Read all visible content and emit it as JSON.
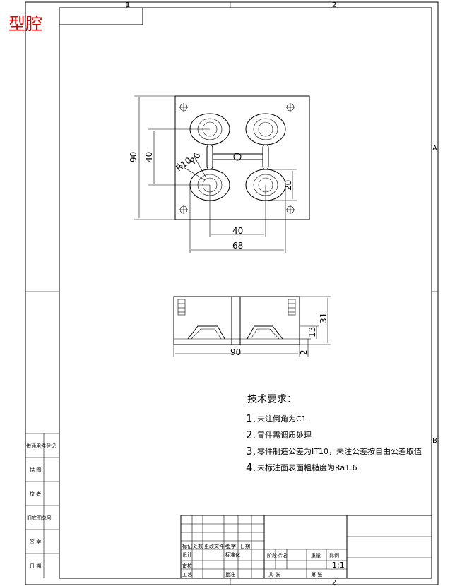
{
  "title": "型腔",
  "zones": {
    "top_1": "1",
    "top_2": "2",
    "bottom_2": "2",
    "right_a": "A",
    "right_b": "B"
  },
  "dims_top": {
    "width_90_v": "90",
    "pitch_40_v": "40",
    "r10": "R10",
    "r6": "R6",
    "d20": "20",
    "pitch_40_h": "40",
    "span_68": "68"
  },
  "dims_side": {
    "width_90": "90",
    "h31": "31",
    "h13": "13",
    "h2": "2"
  },
  "requirements": {
    "heading": "技术要求：",
    "items": [
      {
        "num": "1.",
        "text": "未注倒角为C1"
      },
      {
        "num": "2.",
        "text": "零件需调质处理"
      },
      {
        "num": "3,",
        "text": "零件制造公差为IT10，未注公差按自由公差取值"
      },
      {
        "num": "4.",
        "text": "未标注面表面粗糙度为Ra1.6"
      }
    ]
  },
  "side_panel": [
    "借通用件登记",
    "描 图",
    "校 者",
    "旧底图总号",
    "签 字",
    "日 期"
  ],
  "title_block": {
    "scale": "1:1",
    "c_mark": "标记",
    "c_count": "处数",
    "c_doc": "更改文件号",
    "c_sign": "签字",
    "c_date": "日期",
    "c_design": "设计",
    "c_std": "标准化",
    "c_check": "审核",
    "c_proc": "工艺",
    "c_approve": "批准",
    "c_stage": "阶段标记",
    "c_weight": "重量",
    "c_ratio": "比例",
    "c_total": "共 张",
    "c_sheet": "第 张"
  }
}
